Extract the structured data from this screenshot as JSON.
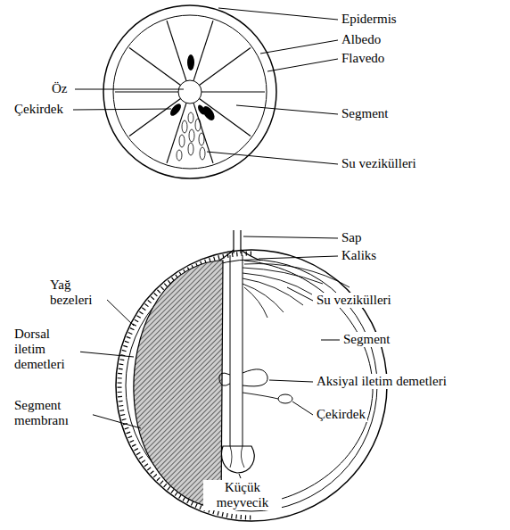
{
  "diagram": {
    "labels": [
      "Epidermis",
      "Albedo",
      "Flavedo",
      "Öz",
      "Çekirdek",
      "Segment",
      "Su vezikülleri",
      "Sap",
      "Kaliks",
      "Yağ bezeleri",
      "Su vezikülleri",
      "Dorsal iletim demetleri",
      "Segment",
      "Aksiyal iletim demetleri",
      "Çekirdek",
      "Segment membranı",
      "Küçük meyvecik"
    ]
  }
}
